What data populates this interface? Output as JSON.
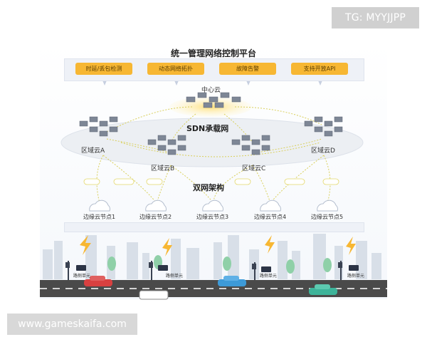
{
  "watermark_tg": "TG: MYYJJPP",
  "watermark_site": "www.gameskaifa.com",
  "platform": {
    "title": "统一管理网络控制平台",
    "functions": [
      "时延/丢包检测",
      "动态网络拓扑",
      "故障告警",
      "支持开放API"
    ]
  },
  "center_cloud": "中心云",
  "sdn_label": "SDN承载网",
  "regions": [
    "区域云A",
    "区域云B",
    "区域云C",
    "区域云D"
  ],
  "dual_network": "双网架构",
  "edge_nodes": [
    "边缘云节点1",
    "边缘云节点2",
    "边缘云节点3",
    "边缘云节点4",
    "边缘云节点5"
  ],
  "roadside_unit": "路侧单元",
  "colors": {
    "accent": "#f7b733",
    "link": "#e3d86a",
    "road": "#4a4a4a"
  }
}
